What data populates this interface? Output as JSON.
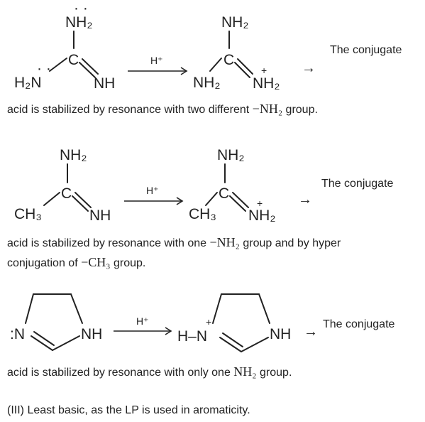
{
  "scheme1": {
    "left_top": "NH₂",
    "left_c": "C",
    "left_left": "H₂N",
    "left_right": "NH",
    "reagent": "H⁺",
    "right_top": "NH₂",
    "right_c": "C",
    "right_left": "NH₂",
    "right_right": "NH₂",
    "plus": "+"
  },
  "note1": "The conjugate",
  "para1_a": "acid is stabilized by resonance with two different ",
  "para1_formula": "−NH₂",
  "para1_b": " group.",
  "scheme2": {
    "left_top": "NH₂",
    "left_c": "C",
    "left_left": "CH₃",
    "left_right": "NH",
    "reagent": "H⁺",
    "right_top": "NH₂",
    "right_c": "C",
    "right_left": "CH₃",
    "right_right": "NH₂",
    "plus": "+"
  },
  "note2": "The conjugate",
  "para2_a": "acid is stabilized by resonance with one ",
  "para2_formula": "−NH₂",
  "para2_b": " group and by hyper",
  "para2_c": "conjugation of ",
  "para2_formula2": "−CH₃",
  "para2_d": " group.",
  "scheme3": {
    "left_n": ":N",
    "left_nh": "NH",
    "reagent": "H⁺",
    "right_hn": "H–N",
    "right_nh": "NH",
    "plus": "+"
  },
  "note3": "The conjugate",
  "para3_a": "acid is stabilized by resonance with only one ",
  "para3_formula": "NH₂",
  "para3_b": " group.",
  "para4": "(III) Least basic, as the LP is used in aromaticity.",
  "arrow_symbol": "→"
}
